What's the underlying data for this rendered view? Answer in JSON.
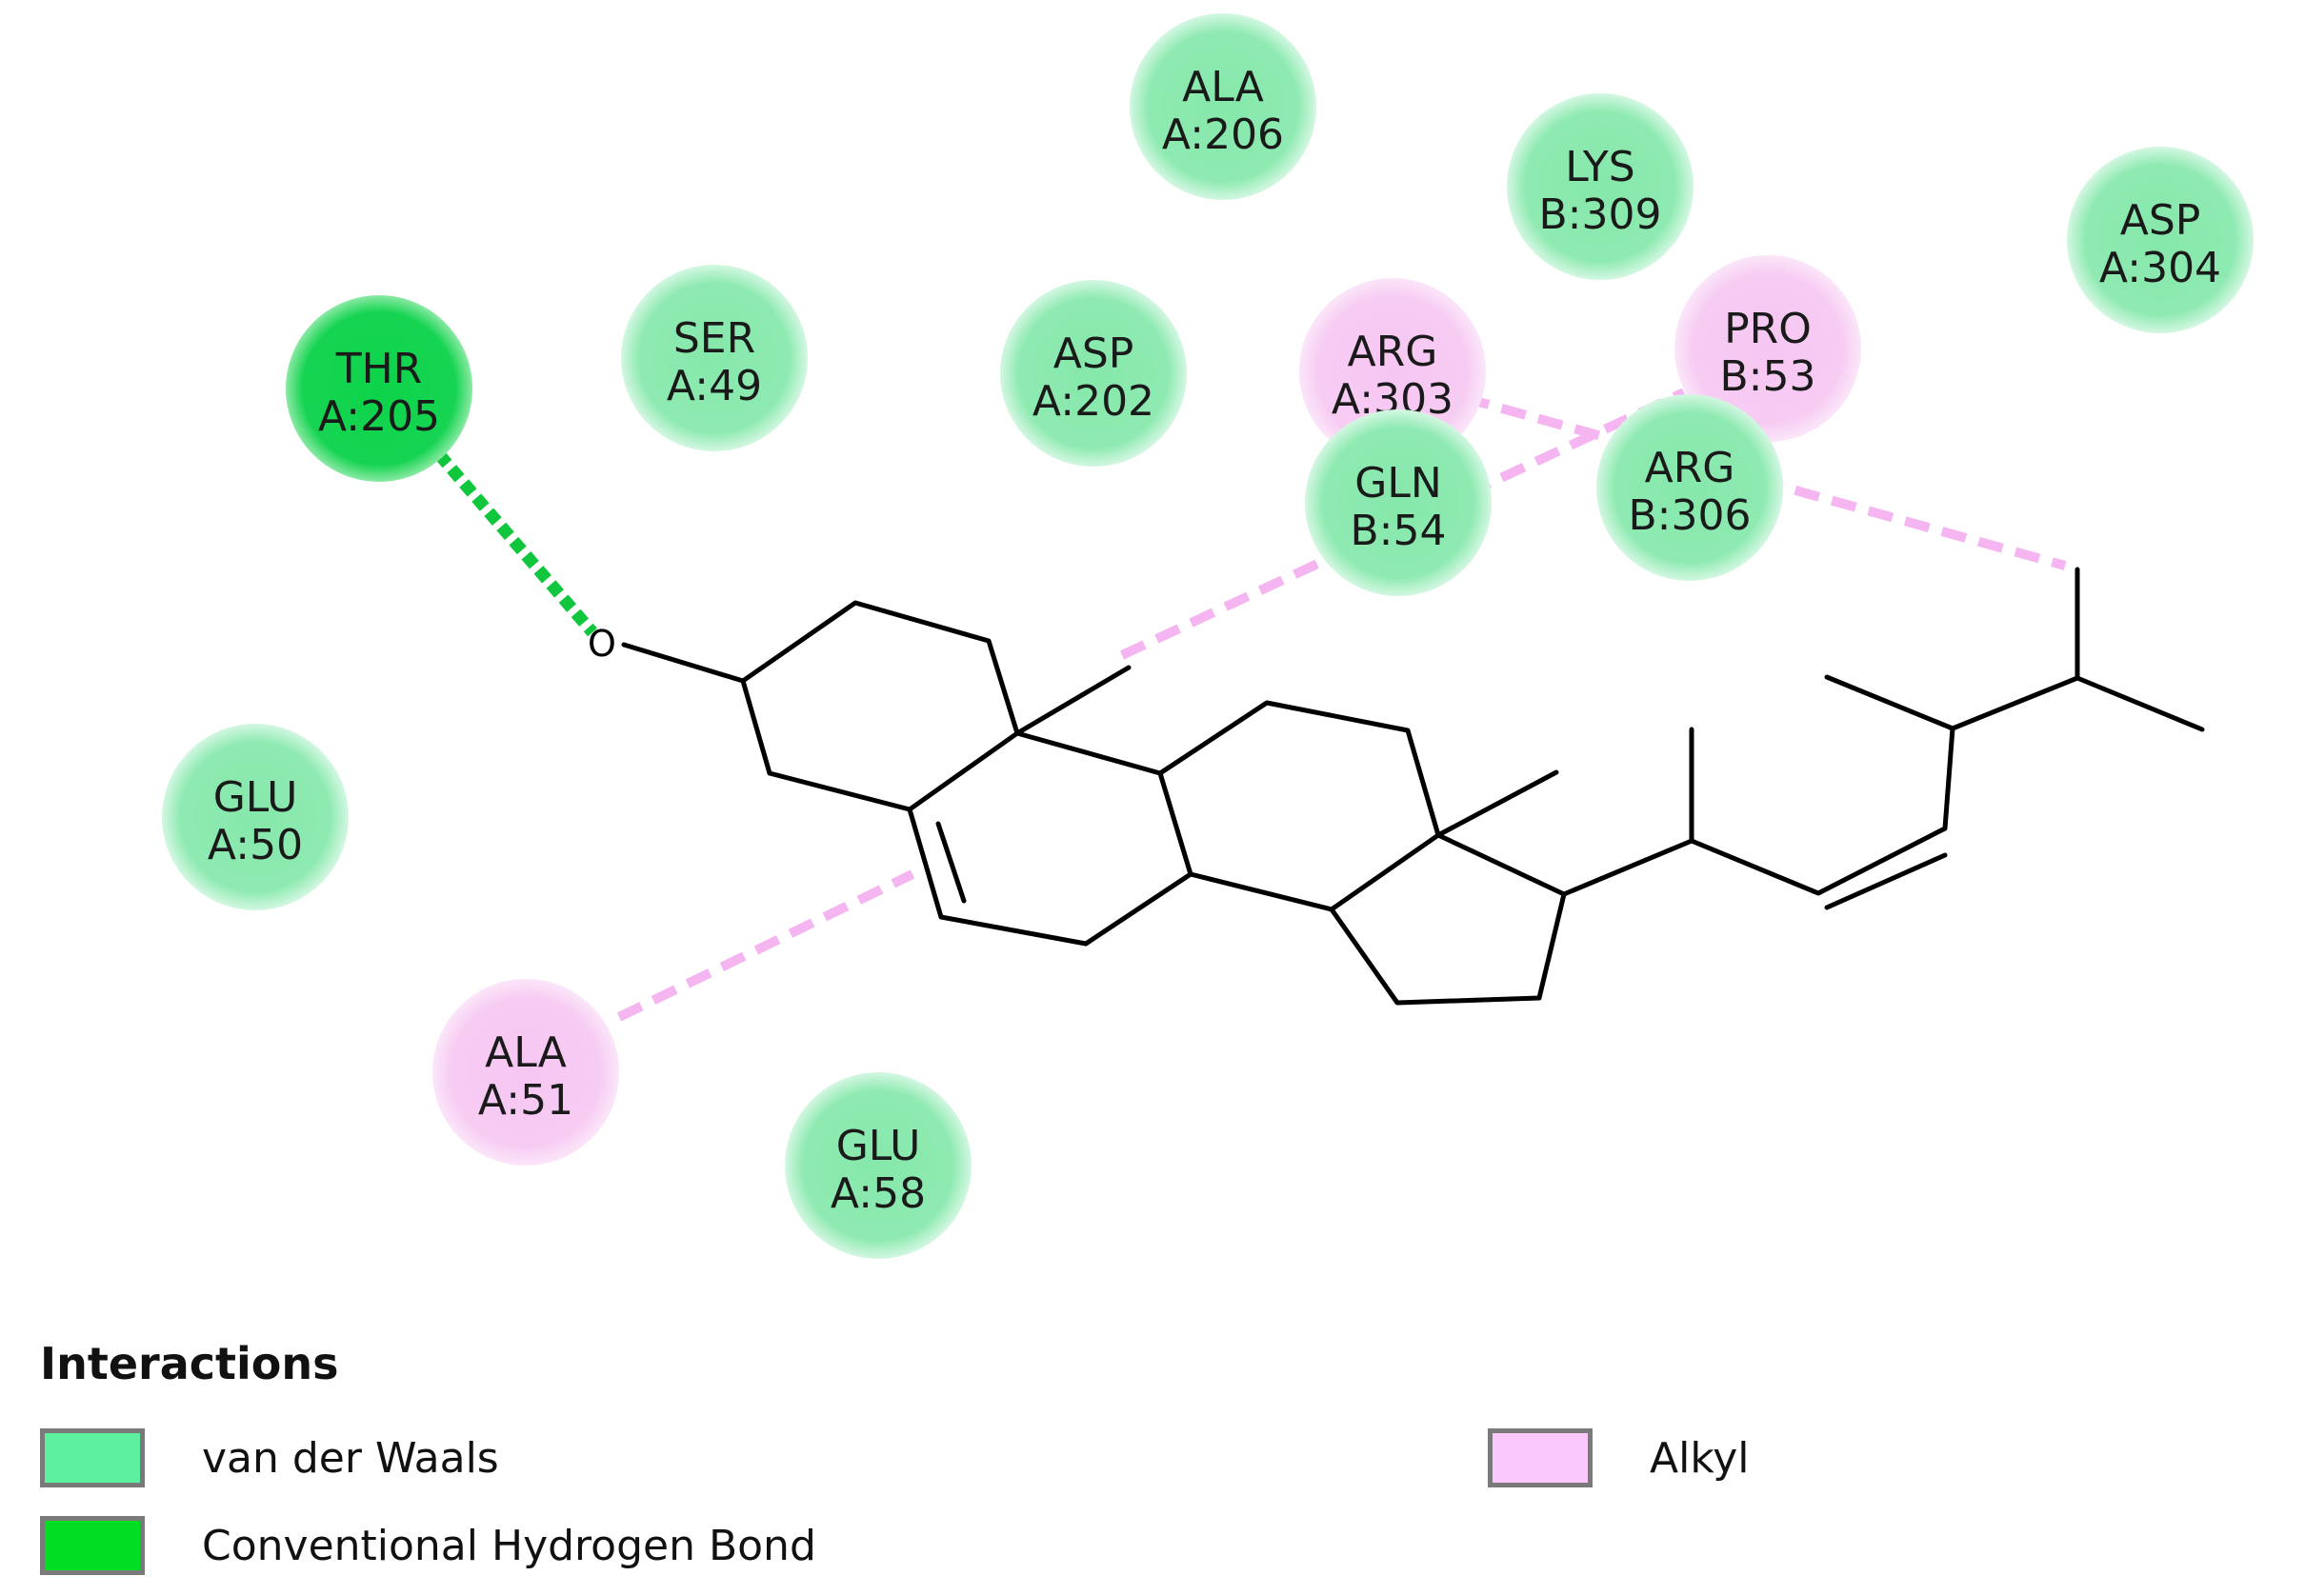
{
  "residues": [
    {
      "id": "ala-a206",
      "line1": "ALA",
      "line2": "A:206",
      "type": "vdw"
    },
    {
      "id": "lys-b309",
      "line1": "LYS",
      "line2": "B:309",
      "type": "vdw"
    },
    {
      "id": "asp-a304",
      "line1": "ASP",
      "line2": "A:304",
      "type": "vdw"
    },
    {
      "id": "thr-a205",
      "line1": "THR",
      "line2": "A:205",
      "type": "hbond"
    },
    {
      "id": "ser-a49",
      "line1": "SER",
      "line2": "A:49",
      "type": "vdw"
    },
    {
      "id": "asp-a202",
      "line1": "ASP",
      "line2": "A:202",
      "type": "vdw"
    },
    {
      "id": "arg-a303",
      "line1": "ARG",
      "line2": "A:303",
      "type": "alkyl"
    },
    {
      "id": "pro-b53",
      "line1": "PRO",
      "line2": "B:53",
      "type": "alkyl"
    },
    {
      "id": "gln-b54",
      "line1": "GLN",
      "line2": "B:54",
      "type": "vdw"
    },
    {
      "id": "arg-b306",
      "line1": "ARG",
      "line2": "B:306",
      "type": "vdw"
    },
    {
      "id": "glu-a50",
      "line1": "GLU",
      "line2": "A:50",
      "type": "vdw"
    },
    {
      "id": "ala-a51",
      "line1": "ALA",
      "line2": "A:51",
      "type": "alkyl"
    },
    {
      "id": "glu-a58",
      "line1": "GLU",
      "line2": "A:58",
      "type": "vdw"
    }
  ],
  "atom_label": "O",
  "legend": {
    "title": "Interactions",
    "items": [
      {
        "type": "vdw",
        "label": "van der Waals"
      },
      {
        "type": "hbond",
        "label": "Conventional Hydrogen Bond"
      },
      {
        "type": "alkyl",
        "label": "Alkyl"
      }
    ]
  },
  "colors": {
    "vdw_fill": "#86e8ab",
    "vdw_edge": "#d4f7e2",
    "hbond_fill": "#0ed34a",
    "hbond_edge": "#8be9a4",
    "alkyl_fill": "#f6c6f2",
    "alkyl_edge": "#fbe6f9",
    "hbond_line": "#10c63c",
    "alkyl_line": "#f4b5f0",
    "legend_vdw": "#5cf0a0",
    "legend_hbond": "#00dd22",
    "legend_alkyl": "#fbc8fb"
  }
}
